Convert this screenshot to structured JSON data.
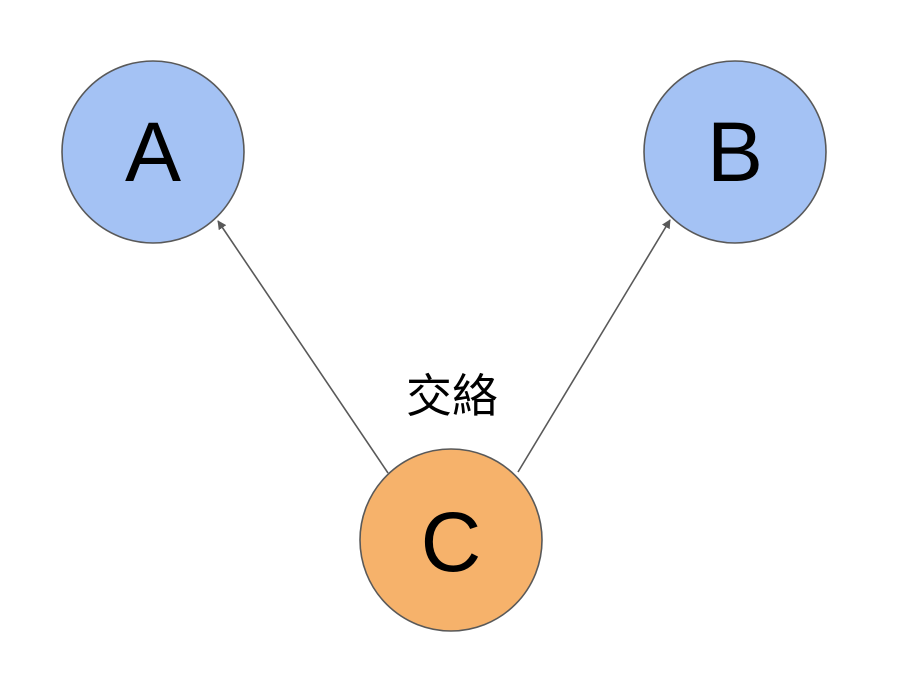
{
  "diagram": {
    "nodes": [
      {
        "id": "A",
        "label": "A",
        "color": "#a4c2f4",
        "stroke": "#595959"
      },
      {
        "id": "B",
        "label": "B",
        "color": "#a4c2f4",
        "stroke": "#595959"
      },
      {
        "id": "C",
        "label": "C",
        "color": "#f6b26b",
        "stroke": "#595959"
      }
    ],
    "edges": [
      {
        "from": "C",
        "to": "A"
      },
      {
        "from": "C",
        "to": "B"
      }
    ],
    "edge_color": "#595959",
    "center_label": "交絡"
  }
}
